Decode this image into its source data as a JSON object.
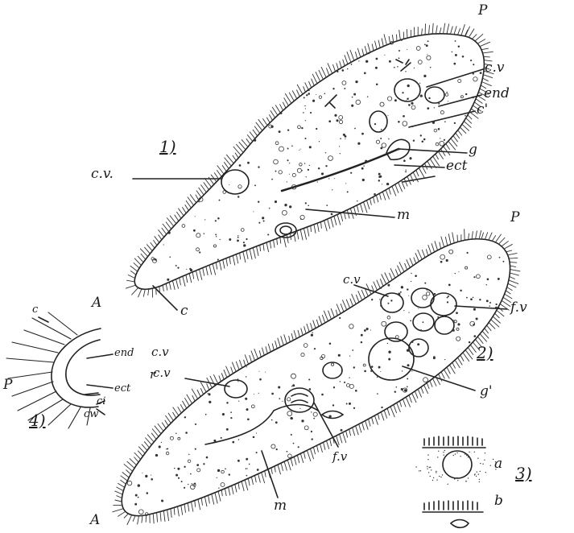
{
  "figure_1": {
    "label_P": "P",
    "label_cv_right": "c.v",
    "label_end": "end",
    "label_c_prime": "c'",
    "label_g": "g",
    "label_ect": "ect",
    "label_cv_left": "c.v.",
    "label_m": "m",
    "label_c": "c",
    "number": "1)"
  },
  "figure_2": {
    "label_P": "P",
    "label_cv_top": "c.v",
    "label_fv_right": "f.v",
    "number": "2)",
    "label_g_prime": "g'",
    "label_cv_left": "c.v",
    "label_fv_bottom": "f.v",
    "label_m": "m",
    "label_A": "A"
  },
  "figure_3": {
    "label_a": "a",
    "label_b": "b",
    "number": "3)"
  },
  "figure_4": {
    "label_A": "A",
    "label_c": "c",
    "label_end": "end",
    "label_P": "P",
    "label_r": "r",
    "label_ect": "ect",
    "label_ci": "ci",
    "label_cw": "cw",
    "number": "4)"
  }
}
